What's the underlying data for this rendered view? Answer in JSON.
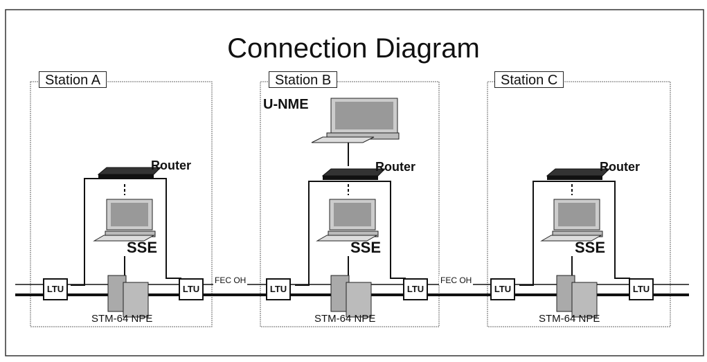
{
  "title": "Connection Diagram",
  "stations": [
    {
      "label": "Station A",
      "router_label": "Router",
      "sse_label": "SSE",
      "npe_label": "STM-64 NPE",
      "ltu_left": "LTU",
      "ltu_right": "LTU"
    },
    {
      "label": "Station B",
      "unme_label": "U-NME",
      "router_label": "Router",
      "sse_label": "SSE",
      "npe_label": "STM-64 NPE",
      "ltu_left": "LTU",
      "ltu_right": "LTU"
    },
    {
      "label": "Station C",
      "router_label": "Router",
      "sse_label": "SSE",
      "npe_label": "STM-64 NPE",
      "ltu_left": "LTU",
      "ltu_right": "LTU"
    }
  ],
  "links": [
    {
      "label": "FEC OH"
    },
    {
      "label": "FEC OH"
    }
  ]
}
